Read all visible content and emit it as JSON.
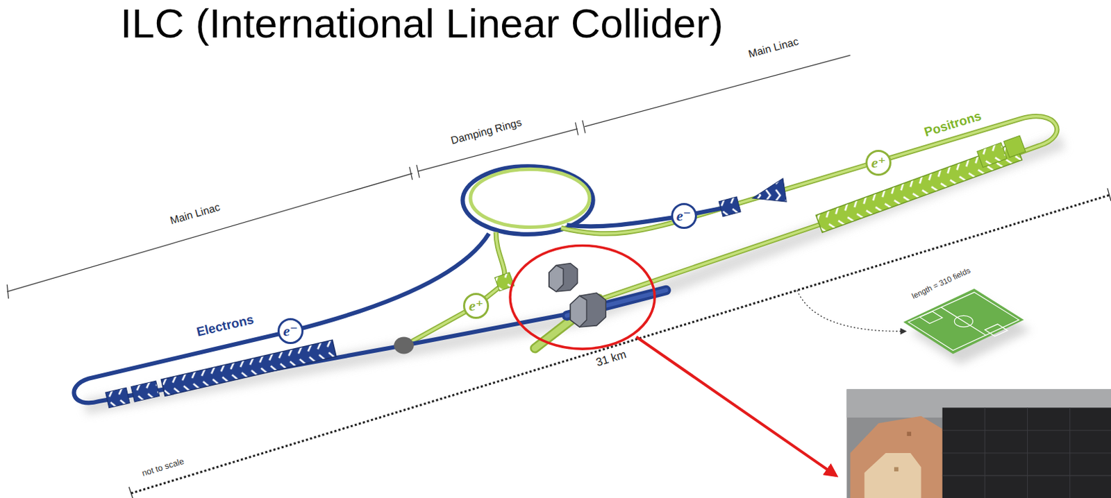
{
  "diagram": {
    "title": "ILC (International Linear Collider)",
    "nodes": [
      {
        "text": [
          "e⁻"
        ]
      },
      {
        "text": [
          "e⁺"
        ]
      },
      {
        "text": [
          "e⁻"
        ]
      },
      {
        "text": [
          "e⁺"
        ]
      }
    ],
    "labels": [
      "Main Linac",
      "Damping Rings",
      "Main Linac",
      "Electrons",
      "Positrons",
      "31 km",
      "not to scale",
      "length = 310 fields"
    ]
  }
}
